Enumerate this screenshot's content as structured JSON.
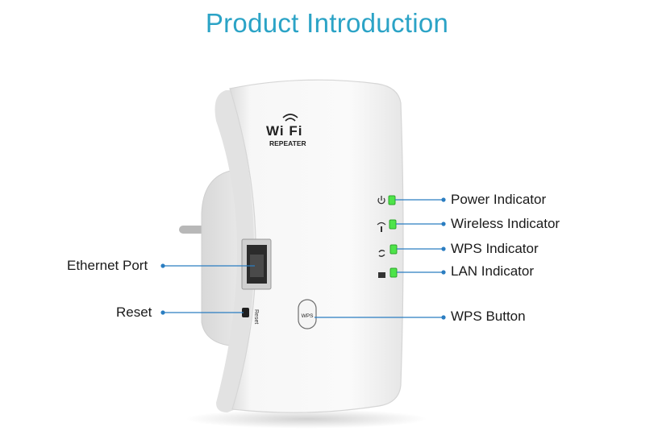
{
  "title": "Product Introduction",
  "device": {
    "logo_text": "Wi Fi",
    "repeater_text": "REPEATER",
    "wps_text": "WPS",
    "reset_text": "Reset"
  },
  "callouts": {
    "power_indicator": "Power Indicator",
    "wireless_indicator": "Wireless Indicator",
    "wps_indicator": "WPS Indicator",
    "lan_indicator": "LAN Indicator",
    "wps_button": "WPS Button",
    "ethernet_port": "Ethernet Port",
    "reset": "Reset"
  },
  "colors": {
    "title": "#2ba3c6",
    "callout_line": "#2a7dc1",
    "led_green": "#4ee44a",
    "device_body": "#f4f4f4"
  }
}
